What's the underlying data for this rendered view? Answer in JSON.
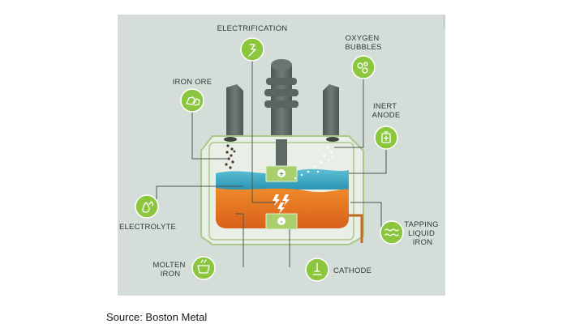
{
  "labels": {
    "electrification": "ELECTRIFICATION",
    "oxygen_bubbles": [
      "OXYGEN",
      "BUBBLES"
    ],
    "iron_ore": "IRON ORE",
    "inert_anode": [
      "INERT",
      "ANODE"
    ],
    "electrolyte": "ELECTROLYTE",
    "tapping_liquid_iron": [
      "TAPPING",
      "LIQUID",
      "IRON"
    ],
    "molten_iron": [
      "MOLTEN",
      "IRON"
    ],
    "cathode": "CATHODE",
    "anode_sign": "+",
    "cathode_sign": "-"
  },
  "caption": "Source: Boston Metal",
  "colors": {
    "panel_bg": "#d5ddd8",
    "accent_green": "#8cc63f",
    "electrolyte_blue": "#3fa9c4",
    "molten_orange": "#e3741f",
    "electrode_gray": "#5e6864"
  },
  "icons": {
    "electrification": "lightning-bulb-icon",
    "oxygen_bubbles": "bubbles-icon",
    "iron_ore": "ore-rocks-icon",
    "inert_anode": "battery-icon",
    "electrolyte": "droplets-icon",
    "tapping_liquid_iron": "flow-wave-icon",
    "molten_iron": "crucible-icon",
    "cathode": "electrode-icon"
  }
}
